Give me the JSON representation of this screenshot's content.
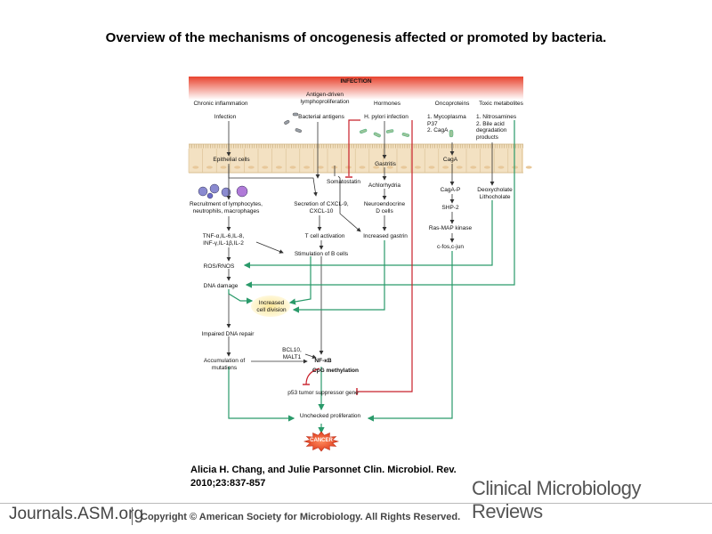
{
  "title": "Overview of the mechanisms of oncogenesis affected or promoted by bacteria.",
  "banner": "INFECTION",
  "columns": {
    "chronic": "Chronic inflammation",
    "antigen": "Antigen-driven\nlymphoproliferation",
    "hormones": "Hormones",
    "oncoproteins": "Oncoproteins",
    "toxic": "Toxic metabolites"
  },
  "nodes": {
    "infection": "Infection",
    "bacterial_antigens": "Bacterial antigens",
    "hpylori": "H. pylori infection",
    "mycoplasma": "1. Mycoplasma\n    P37\n2. CagA",
    "nitrosamines": "1. Nitrosamines\n2. Bile acid\n    degradation\n    products",
    "epithelial": "Epithelial cells",
    "gastritis": "Gastritis",
    "somatostatin": "Somatostatin",
    "cagA": "CagA",
    "achlorhydria": "Achlorhydria",
    "recruitment": "Recruitment of lymphocytes,\nneutrophils, macrophages",
    "secretion": "Secretion of CXCL-9,\nCXCL-10",
    "neuroendocrine": "Neuroendocrine\nD cells",
    "cagA_p": "CagA-P",
    "deoxycholate": "Deoxycholate\nLithocholate",
    "shp2": "SHP-2",
    "tnf": "TNF-α,IL-6,IL-8,\nINF-γ,IL-1β,IL-2",
    "tcell": "T cell activation",
    "ras": "Ras-MAP kinase",
    "increased_gastrin": "Increased gastrin",
    "bcells": "Stimulation of B cells",
    "cfos": "c-fos,c-jun",
    "ros": "ROS/RNOS",
    "dna_damage": "DNA damage",
    "increased_division": "Increased\ncell division",
    "impaired_repair": "Impaired DNA repair",
    "bcl10": "BCL10,\nMALT1",
    "accumulation": "Accumulation of\nmutations",
    "nfkb": "NF-κB",
    "cpg": "CpG methylation",
    "p53": "p53 tumor suppressor gene",
    "unchecked": "Unchecked proliferation",
    "cancer": "CANCER"
  },
  "citation": "Alicia H. Chang, and Julie Parsonnet Clin. Microbiol. Rev.\n2010;23:837-857",
  "journal_name": "Clinical Microbiology Reviews",
  "footer": {
    "site": "Journals.ASM.org",
    "copyright": "Copyright © American Society for Microbiology. All Rights Reserved."
  },
  "colors": {
    "banner_top": "#e8432e",
    "banner_bottom": "#ffffff",
    "epithelium": "#f3e1c2",
    "arrow_black": "#333333",
    "arrow_green": "#2a9a6a",
    "arrow_red": "#c8202a",
    "highlight": "#fbeaa0",
    "cancer_fill": "#e84a2c"
  }
}
